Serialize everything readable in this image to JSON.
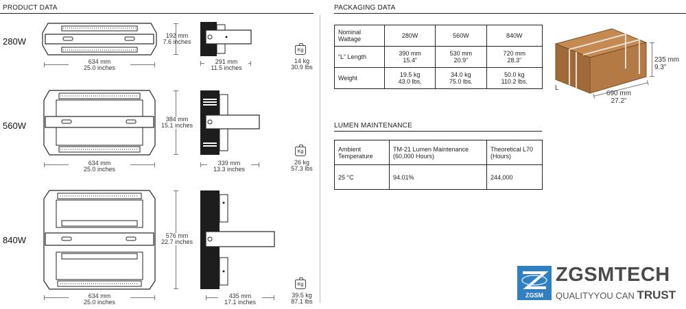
{
  "product": {
    "header": "PRODUCT DATA",
    "rows": [
      {
        "watt": "280W",
        "height_mm": "192 mm",
        "height_in": "7.6 inches",
        "width_mm": "634 mm",
        "width_in": "25.0 inches",
        "depth_mm": "291 mm",
        "depth_in": "11.5 inches",
        "weight_kg": "14 kg",
        "weight_lbs": "30.9 lbs"
      },
      {
        "watt": "560W",
        "height_mm": "384 mm",
        "height_in": "15.1 inches",
        "width_mm": "634 mm",
        "width_in": "25.0 inches",
        "depth_mm": "339 mm",
        "depth_in": "13.3 inches",
        "weight_kg": "26 kg",
        "weight_lbs": "57.3 lbs"
      },
      {
        "watt": "840W",
        "height_mm": "576 mm",
        "height_in": "22.7 inches",
        "width_mm": "634 mm",
        "width_in": "25.0 inches",
        "depth_mm": "435 mm",
        "depth_in": "17.1 inches",
        "weight_kg": "39.5 kg",
        "weight_lbs": "87.1 lbs"
      }
    ],
    "kg_icon_label": "Kg"
  },
  "packaging": {
    "header": "PACKAGING DATA",
    "col_header": "Nominal Wattage",
    "cols": [
      "280W",
      "560W",
      "840W"
    ],
    "length_label": "“L” Length",
    "lengths": [
      [
        "390 mm",
        "15.4”"
      ],
      [
        "530 mm",
        "20.9”"
      ],
      [
        "720 mm",
        "28.3”"
      ]
    ],
    "weight_label": "Weight",
    "weights": [
      [
        "19.5 kg",
        "43.0 lbs."
      ],
      [
        "34.0 kg",
        "75.0 lbs."
      ],
      [
        "50.0 kg",
        "110.2 lbs."
      ]
    ],
    "box": {
      "height_mm": "235 mm",
      "height_in": "9.3”",
      "width_mm": "690 mm",
      "width_in": "27.2”",
      "length_label": "L"
    }
  },
  "lumen": {
    "header": "LUMEN MAINTENANCE",
    "headers": [
      "Ambient Temperature",
      "TM-21 Lumen Maintenance (60,000 Hours)",
      "Theoretical L70 (Hours)"
    ],
    "values": [
      "25 °C",
      "94.01%",
      "244,000"
    ]
  },
  "brand": {
    "name": "ZGSMTECH",
    "badge": "ZGSM",
    "tagline_a": "QUALITY",
    "tagline_b": "YOU CAN ",
    "tagline_c": "TRUST",
    "colors": {
      "blue": "#2f7fc1",
      "dark": "#4a4a4a",
      "box": "#b87a45"
    }
  }
}
